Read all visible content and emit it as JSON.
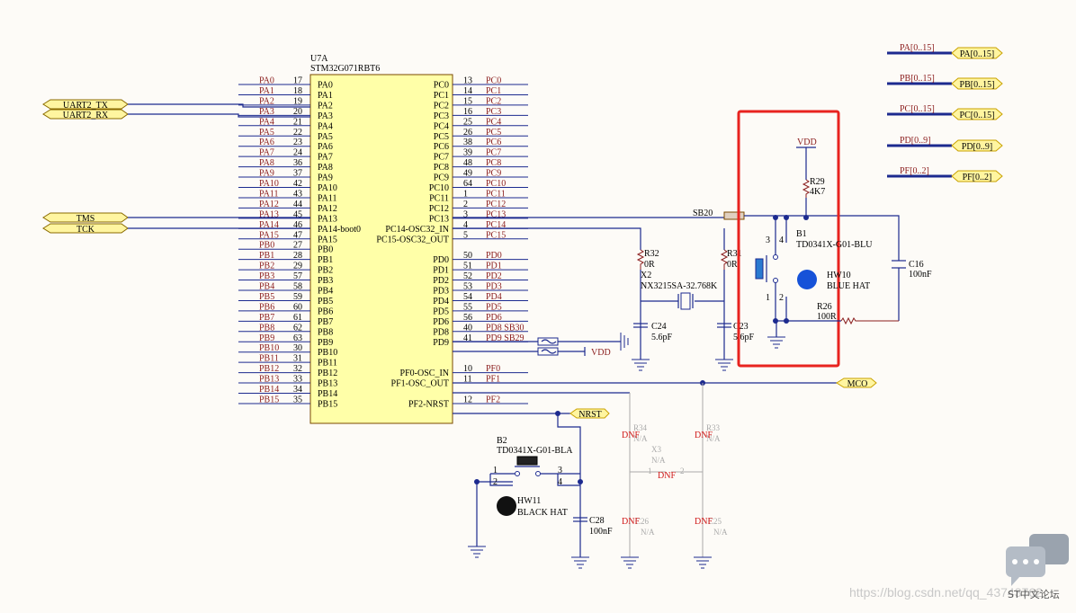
{
  "chip": {
    "ref": "U7A",
    "part": "STM32G071RBT6",
    "left_pins": [
      {
        "net": "PA0",
        "num": "17",
        "name": "PA0"
      },
      {
        "net": "PA1",
        "num": "18",
        "name": "PA1"
      },
      {
        "net": "PA2",
        "num": "19",
        "name": "PA2"
      },
      {
        "net": "PA3",
        "num": "20",
        "name": "PA3"
      },
      {
        "net": "PA4",
        "num": "21",
        "name": "PA4"
      },
      {
        "net": "PA5",
        "num": "22",
        "name": "PA5"
      },
      {
        "net": "PA6",
        "num": "23",
        "name": "PA6"
      },
      {
        "net": "PA7",
        "num": "24",
        "name": "PA7"
      },
      {
        "net": "PA8",
        "num": "36",
        "name": "PA8"
      },
      {
        "net": "PA9",
        "num": "37",
        "name": "PA9"
      },
      {
        "net": "PA10",
        "num": "42",
        "name": "PA10"
      },
      {
        "net": "PA11",
        "num": "43",
        "name": "PA11"
      },
      {
        "net": "PA12",
        "num": "44",
        "name": "PA12"
      },
      {
        "net": "PA13",
        "num": "45",
        "name": "PA13"
      },
      {
        "net": "PA14",
        "num": "46",
        "name": "PA14-boot0"
      },
      {
        "net": "PA15",
        "num": "47",
        "name": "PA15"
      },
      {
        "net": "PB0",
        "num": "27",
        "name": "PB0"
      },
      {
        "net": "PB1",
        "num": "28",
        "name": "PB1"
      },
      {
        "net": "PB2",
        "num": "29",
        "name": "PB2"
      },
      {
        "net": "PB3",
        "num": "57",
        "name": "PB3"
      },
      {
        "net": "PB4",
        "num": "58",
        "name": "PB4"
      },
      {
        "net": "PB5",
        "num": "59",
        "name": "PB5"
      },
      {
        "net": "PB6",
        "num": "60",
        "name": "PB6"
      },
      {
        "net": "PB7",
        "num": "61",
        "name": "PB7"
      },
      {
        "net": "PB8",
        "num": "62",
        "name": "PB8"
      },
      {
        "net": "PB9",
        "num": "63",
        "name": "PB9"
      },
      {
        "net": "PB10",
        "num": "30",
        "name": "PB10"
      },
      {
        "net": "PB11",
        "num": "31",
        "name": "PB11"
      },
      {
        "net": "PB12",
        "num": "32",
        "name": "PB12"
      },
      {
        "net": "PB13",
        "num": "33",
        "name": "PB13"
      },
      {
        "net": "PB14",
        "num": "34",
        "name": "PB14"
      },
      {
        "net": "PB15",
        "num": "35",
        "name": "PB15"
      }
    ],
    "right_pins": [
      {
        "net": "PC0",
        "num": "13",
        "name": "PC0"
      },
      {
        "net": "PC1",
        "num": "14",
        "name": "PC1"
      },
      {
        "net": "PC2",
        "num": "15",
        "name": "PC2"
      },
      {
        "net": "PC3",
        "num": "16",
        "name": "PC3"
      },
      {
        "net": "PC4",
        "num": "25",
        "name": "PC4"
      },
      {
        "net": "PC5",
        "num": "26",
        "name": "PC5"
      },
      {
        "net": "PC6",
        "num": "38",
        "name": "PC6"
      },
      {
        "net": "PC7",
        "num": "39",
        "name": "PC7"
      },
      {
        "net": "PC8",
        "num": "48",
        "name": "PC8"
      },
      {
        "net": "PC9",
        "num": "49",
        "name": "PC9"
      },
      {
        "net": "PC10",
        "num": "64",
        "name": "PC10"
      },
      {
        "net": "PC11",
        "num": "1",
        "name": "PC11"
      },
      {
        "net": "PC12",
        "num": "2",
        "name": "PC12"
      },
      {
        "net": "PC13",
        "num": "3",
        "name": "PC13"
      },
      {
        "net": "PC14",
        "num": "4",
        "name": "PC14-OSC32_IN"
      },
      {
        "net": "PC15",
        "num": "5",
        "name": "PC15-OSC32_OUT"
      },
      {
        "net": "",
        "num": "",
        "name": ""
      },
      {
        "net": "PD0",
        "num": "50",
        "name": "PD0"
      },
      {
        "net": "PD1",
        "num": "51",
        "name": "PD1"
      },
      {
        "net": "PD2",
        "num": "52",
        "name": "PD2"
      },
      {
        "net": "PD3",
        "num": "53",
        "name": "PD3"
      },
      {
        "net": "PD4",
        "num": "54",
        "name": "PD4"
      },
      {
        "net": "PD5",
        "num": "55",
        "name": "PD5"
      },
      {
        "net": "PD6",
        "num": "56",
        "name": "PD6"
      },
      {
        "net": "PD8 SB30",
        "num": "40",
        "name": "PD8"
      },
      {
        "net": "PD9 SB29",
        "num": "41",
        "name": "PD9"
      },
      {
        "net": "",
        "num": "",
        "name": ""
      },
      {
        "net": "",
        "num": "",
        "name": ""
      },
      {
        "net": "PF0",
        "num": "10",
        "name": "PF0-OSC_IN"
      },
      {
        "net": "PF1",
        "num": "11",
        "name": "PF1-OSC_OUT"
      },
      {
        "net": "",
        "num": "",
        "name": ""
      },
      {
        "net": "PF2",
        "num": "12",
        "name": "PF2-NRST"
      }
    ]
  },
  "ports_left": [
    {
      "label": "UART2_TX"
    },
    {
      "label": "UART2_RX"
    },
    {
      "label": "TMS"
    },
    {
      "label": "TCK"
    }
  ],
  "buses": [
    {
      "net": "PA[0..15]",
      "port": "PA[0..15]"
    },
    {
      "net": "PB[0..15]",
      "port": "PB[0..15]"
    },
    {
      "net": "PC[0..15]",
      "port": "PC[0..15]"
    },
    {
      "net": "PD[0..9]",
      "port": "PD[0..9]"
    },
    {
      "net": "PF[0..2]",
      "port": "PF[0..2]"
    }
  ],
  "ports_right": {
    "mco": "MCO",
    "nrst": "NRST",
    "vdd": "VDD"
  },
  "components": {
    "sb20": "SB20",
    "r32_ref": "R32",
    "r32_val": "0R",
    "r31_ref": "R31",
    "r31_val": "0R",
    "x2_ref": "X2",
    "x2_val": "NX3215SA-32.768K",
    "c24_ref": "C24",
    "c24_val": "5.6pF",
    "c23_ref": "C23",
    "c23_val": "5.6pF",
    "vdd_label": "VDD",
    "r29_ref": "R29",
    "r29_val": "4K7",
    "b1_ref": "B1",
    "b1_part": "TD0341X-G01-BLU",
    "hw10_ref": "HW10",
    "hw10_val": "BLUE HAT",
    "r26_ref": "R26",
    "r26_val": "100R",
    "c16_ref": "C16",
    "c16_val": "100nF",
    "b2_ref": "B2",
    "b2_part": "TD0341X-G01-BLA",
    "hw11_ref": "HW11",
    "hw11_val": "BLACK HAT",
    "c28_ref": "C28",
    "c28_val": "100nF",
    "r34_ref": "R34",
    "r34_val": "N/A",
    "r33_ref": "R33",
    "r33_val": "N/A",
    "x3_ref": "X3",
    "x3_val": "N/A",
    "c26_ref": "C26",
    "c26_val": "N/A",
    "c25_ref": "C25",
    "c25_val": "N/A",
    "dnf": "DNF"
  },
  "colors": {
    "highlight": "#e8231f",
    "wire": "#1c2a8f",
    "net": "#8a1c1c",
    "chip_fill": "#ffffa8",
    "port_fill": "#fff5a0"
  },
  "watermark": {
    "url": "https://blog.csdn.net/qq_43743762",
    "forum": "ST中文论坛"
  }
}
